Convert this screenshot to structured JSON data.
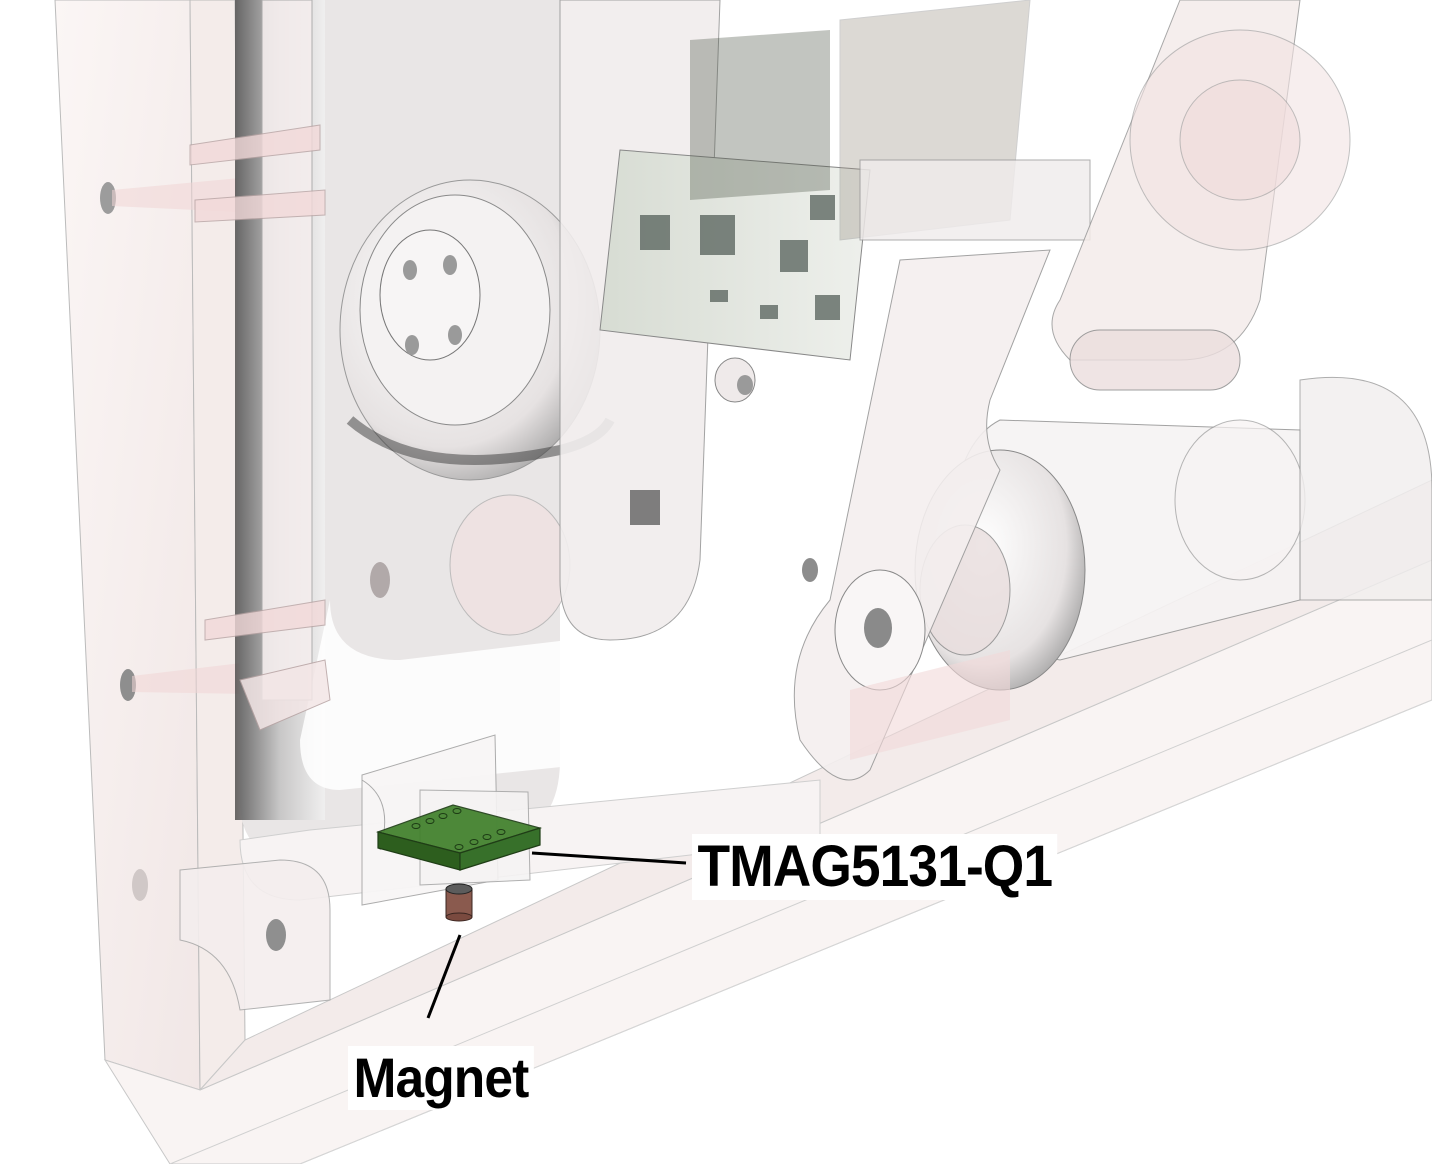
{
  "diagram": {
    "type": "annotated-3d-cad-render",
    "description": "Translucent CAD assembly render of a roller/lever mechanism inside an enclosure, with a Hall-effect sensor PCB and magnet called out",
    "callouts": [
      {
        "id": "sensor",
        "label": "TMAG5131-Q1",
        "points_to": "green sensor PCB",
        "color": "#3f7f2a"
      },
      {
        "id": "magnet",
        "label": "Magnet",
        "points_to": "brown cylindrical magnet",
        "color": "#7a4a3f"
      }
    ],
    "colors": {
      "background": "#ffffff",
      "enclosure": "#f7efee",
      "shadow": "#4a4a4a",
      "pcb_green": "#3f7f2a",
      "pcb_green_dark": "#2d5e1e",
      "magnet_brown": "#8a5a4e",
      "leader_line": "#000000",
      "edge_lines": "#6a6a6a"
    }
  }
}
